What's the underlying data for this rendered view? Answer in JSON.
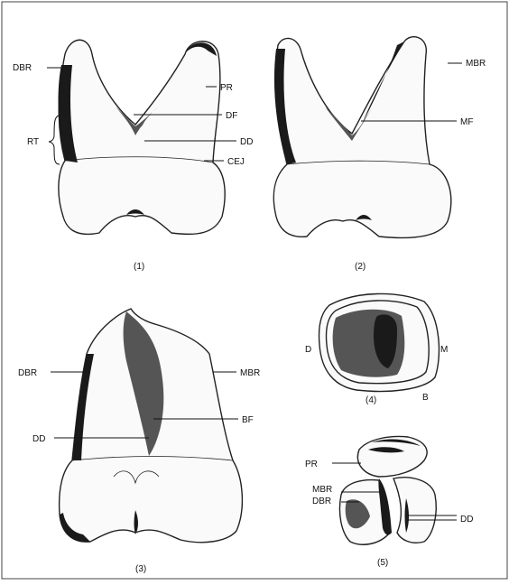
{
  "figures": [
    {
      "caption": "(1)",
      "labels": {
        "dbr": "DBR",
        "rt": "RT",
        "pr": "PR",
        "df": "DF",
        "dd": "DD",
        "cej": "CEJ"
      }
    },
    {
      "caption": "(2)",
      "labels": {
        "mbr": "MBR",
        "mf": "MF"
      }
    },
    {
      "caption": "(3)",
      "labels": {
        "dbr": "DBR",
        "mbr": "MBR",
        "bf": "BF",
        "dd": "DD"
      }
    },
    {
      "caption": "(4)",
      "labels": {
        "d": "D",
        "m": "M",
        "b": "B"
      }
    },
    {
      "caption": "(5)",
      "labels": {
        "pr": "PR",
        "mbr": "MBR",
        "dbr": "DBR",
        "dd": "DD"
      }
    }
  ]
}
